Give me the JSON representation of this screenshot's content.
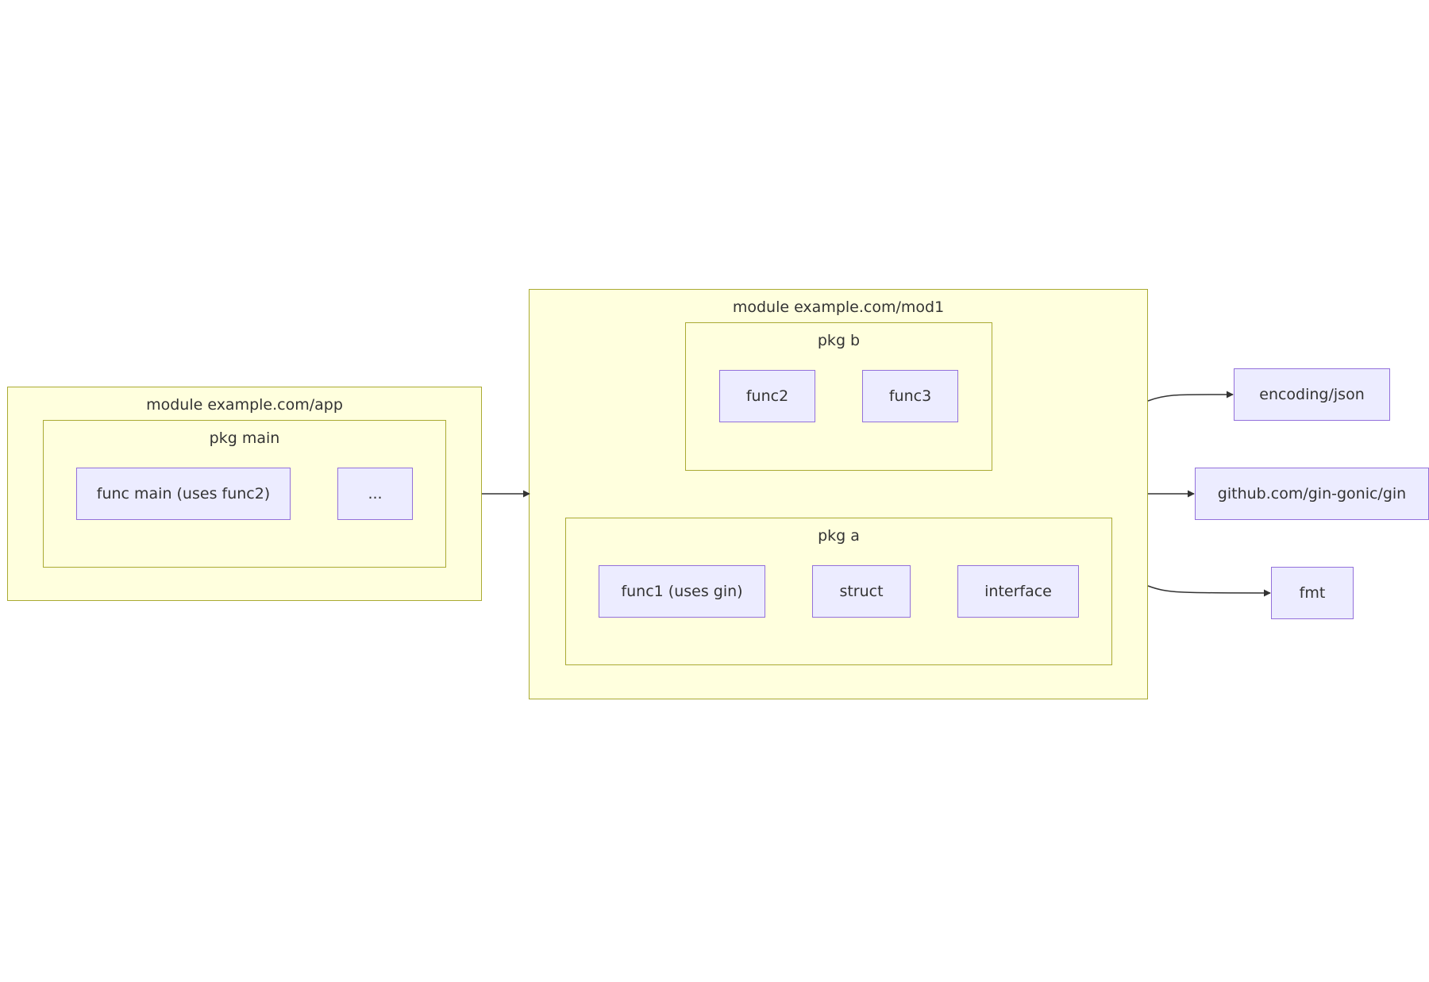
{
  "diagram": {
    "colors": {
      "cluster_fill": "#ffffde",
      "cluster_border": "#aaaa33",
      "node_fill": "#ececff",
      "node_border": "#9370db",
      "edge": "#333333"
    },
    "app_module": {
      "title": "module example.com/app",
      "pkg_main": {
        "title": "pkg main",
        "nodes": [
          "func main (uses func2)",
          "..."
        ]
      }
    },
    "mod1_module": {
      "title": "module example.com/mod1",
      "pkg_b": {
        "title": "pkg b",
        "nodes": [
          "func2",
          "func3"
        ]
      },
      "pkg_a": {
        "title": "pkg a",
        "nodes": [
          "func1 (uses gin)",
          "struct",
          "interface"
        ]
      }
    },
    "external": [
      "encoding/json",
      "github.com/gin-gonic/gin",
      "fmt"
    ],
    "edges": [
      {
        "from": "module example.com/app",
        "to": "module example.com/mod1"
      },
      {
        "from": "module example.com/mod1",
        "to": "encoding/json"
      },
      {
        "from": "module example.com/mod1",
        "to": "github.com/gin-gonic/gin"
      },
      {
        "from": "module example.com/mod1",
        "to": "fmt"
      }
    ]
  }
}
